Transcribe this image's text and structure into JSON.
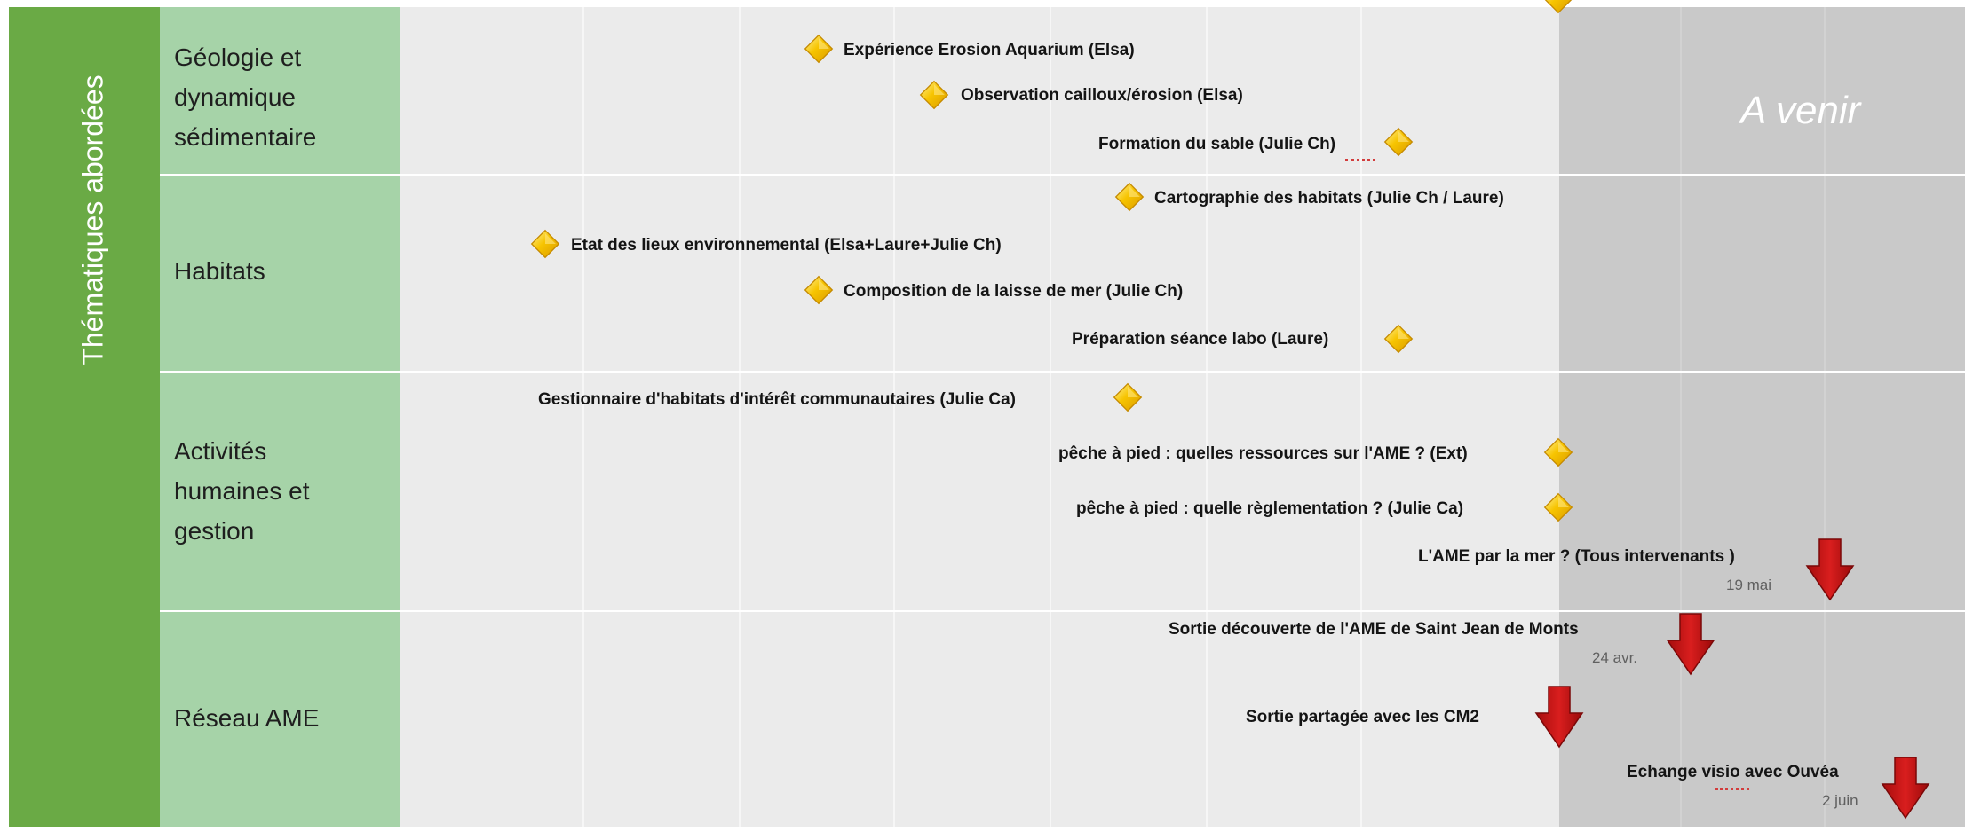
{
  "sidebar": {
    "title": "Thématiques abordées",
    "color": "#6aaa45"
  },
  "zones": {
    "future_label": "A venir",
    "future_color": "#c9c9c9",
    "timeline_color": "#ebebeb",
    "category_color": "#a6d3a8"
  },
  "categories": [
    {
      "label": "Géologie et\ndynamique\nsédimentaire"
    },
    {
      "label": "Habitats"
    },
    {
      "label": "Activités\nhumaines et\ngestion"
    },
    {
      "label": "Réseau AME"
    }
  ],
  "events": [
    {
      "label": "Expérience Erosion Aquarium (Elsa)",
      "marker": "diamond-icon"
    },
    {
      "label": "Observation cailloux/érosion (Elsa)",
      "marker": "diamond-icon"
    },
    {
      "label": "Formation du sable (Julie Ch)",
      "marker": "diamond-icon"
    },
    {
      "label": "Cartographie des habitats (Julie Ch / Laure)",
      "marker": "diamond-icon"
    },
    {
      "label": "Etat des lieux environnemental (Elsa+Laure+Julie Ch)",
      "marker": "diamond-icon"
    },
    {
      "label": "Composition de la laisse de mer (Julie Ch)",
      "marker": "diamond-icon"
    },
    {
      "label": "Préparation séance labo (Laure)",
      "marker": "diamond-icon"
    },
    {
      "label": "Gestionnaire d'habitats d'intérêt communautaires (Julie Ca)",
      "marker": "diamond-icon"
    },
    {
      "label": "pêche à pied : quelles ressources sur l'AME ? (Ext)",
      "marker": "diamond-icon"
    },
    {
      "label": "pêche à pied : quelle règlementation ? (Julie Ca)",
      "marker": "diamond-icon"
    },
    {
      "label": "L'AME par la mer ? (Tous intervenants )",
      "date": "19 mai",
      "marker": "down-arrow-icon"
    },
    {
      "label": "Sortie découverte de l'AME de Saint Jean de Monts",
      "date": "24 avr.",
      "marker": "down-arrow-icon"
    },
    {
      "label": "Sortie partagée avec les CM2",
      "marker": "down-arrow-icon"
    },
    {
      "label": "Echange visio avec Ouvéa",
      "date": "2 juin",
      "marker": "down-arrow-icon"
    }
  ]
}
